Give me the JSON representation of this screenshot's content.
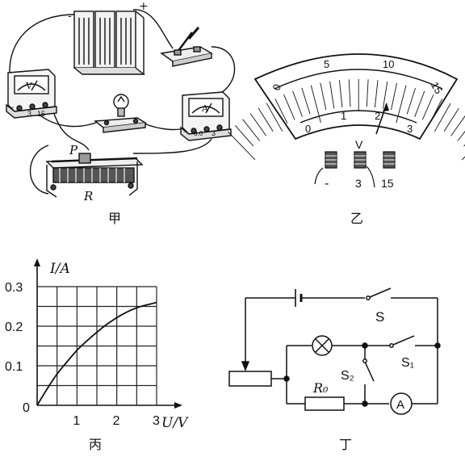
{
  "panels": {
    "jia": {
      "caption": "甲",
      "voltmeter_letter": "V",
      "voltmeter_terminals": [
        "-",
        "3",
        "15"
      ],
      "ammeter_letter": "A",
      "ammeter_terminals": [
        "-",
        "0.6",
        "3"
      ],
      "battery_minus": "-",
      "battery_plus": "+",
      "slider_label": "P",
      "rheostat_label": "R"
    },
    "yi": {
      "caption": "乙",
      "outer_scale": [
        "0",
        "5",
        "10",
        "15"
      ],
      "inner_scale": [
        "0",
        "1",
        "2",
        "3"
      ],
      "meter_letter": "V",
      "terminals": [
        "-",
        "3",
        "15"
      ]
    },
    "bing": {
      "caption": "丙",
      "y_axis_label": "I/A",
      "x_axis_label": "U/V",
      "origin_label": "0"
    },
    "ding": {
      "caption": "丁",
      "switch_main": "S",
      "switch_s1": "S₁",
      "switch_s2": "S₂",
      "resistor": "R₀",
      "ammeter_letter": "A"
    }
  },
  "chart_data": {
    "type": "line",
    "title": "",
    "xlabel": "U/V",
    "ylabel": "I/A",
    "xlim": [
      0,
      3
    ],
    "ylim": [
      0,
      0.3
    ],
    "xticks": [
      1,
      2,
      3
    ],
    "yticks": [
      0.1,
      0.2,
      0.3
    ],
    "grid": true,
    "x": [
      0,
      0.25,
      0.5,
      0.75,
      1.0,
      1.25,
      1.5,
      1.75,
      2.0,
      2.25,
      2.5,
      2.75,
      3.0
    ],
    "series": [
      {
        "values": [
          0,
          0.042,
          0.08,
          0.11,
          0.14,
          0.163,
          0.185,
          0.205,
          0.222,
          0.236,
          0.247,
          0.254,
          0.26
        ]
      }
    ],
    "colors": {
      "line": "#111111",
      "grid": "#222222"
    }
  }
}
